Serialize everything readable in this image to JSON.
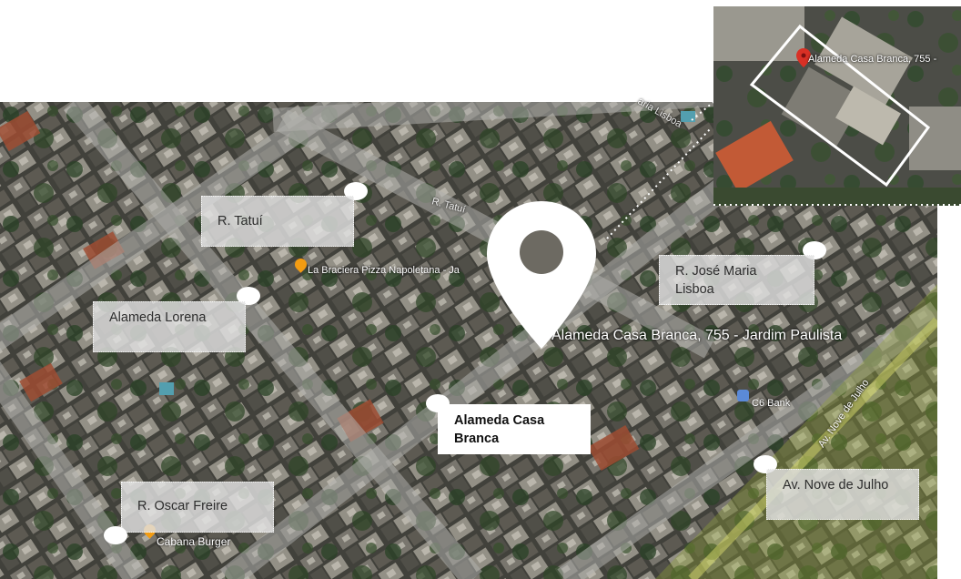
{
  "colors": {
    "accent": "#ffffff",
    "poi_food": "#f39c12",
    "poi_bank": "#5b8ad8",
    "pin_red": "#d93025"
  },
  "inset": {
    "address": "Alameda Casa Branca, 755 -"
  },
  "main_pin": {
    "icon": "location-pin-icon"
  },
  "map_texts": {
    "main_address": "Alameda Casa Branca, 755 - Jardim Paulista",
    "rua_tatui": "R. Tatuí",
    "maria_lisboa": "aria Lisboa",
    "la_braciera": "La Braciera Pizza Napoletana - Ja",
    "c6_bank": "C6 Bank",
    "nove_de_julho": "Av. Nove de Julho",
    "cabana_burger": "Cabana Burger"
  },
  "labels": {
    "tatui": "R. Tatuí",
    "lorena": "Alameda Lorena",
    "jose_maria_lisboa": "R. José Maria Lisboa",
    "casa_branca": "Alameda Casa Branca",
    "oscar_freire": "R. Oscar Freire",
    "nove_de_julho": "Av. Nove de Julho"
  }
}
